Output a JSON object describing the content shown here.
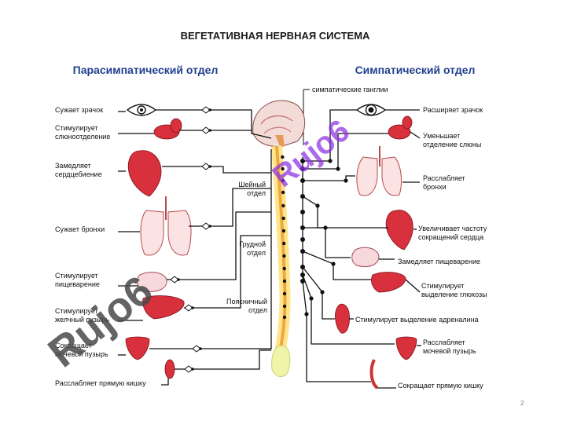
{
  "title": "ВЕГЕТАТИВНАЯ НЕРВНАЯ СИСТЕМА",
  "parasympathetic": {
    "heading": "Парасимпатический отдел",
    "effects": [
      [
        "Сужает зрачок"
      ],
      [
        "Стимулирует",
        "слюноотделение"
      ],
      [
        "Замедляет",
        "сердцебиение"
      ],
      [
        "Сужает бронхи"
      ],
      [
        "Стимулирует",
        "пищеварение"
      ],
      [
        "Стимулирует",
        "желчный пузырь"
      ],
      [
        "Сокращает",
        "мочевой пузырь"
      ],
      [
        "Расслабляет прямую кишку"
      ]
    ]
  },
  "sympathetic": {
    "heading": "Симпатический отдел",
    "ganglia_label": "симпатические ганглии",
    "effects": [
      [
        "Расширяет зрачок"
      ],
      [
        "Уменьшает",
        "отделение слюны"
      ],
      [
        "Расслабляет",
        "бронхи"
      ],
      [
        "Увеличивает частоту",
        "сокращений сердца"
      ],
      [
        "Замедляет пищеварение"
      ],
      [
        "Стимулирует",
        "выделение глюкозы"
      ],
      [
        "Стимулирует выделение адреналина"
      ],
      [
        "Расслабляет",
        "мочевой пузырь"
      ],
      [
        "Сокращает прямую кишку"
      ]
    ]
  },
  "spine_regions": [
    [
      "Шейный",
      "отдел"
    ],
    [
      "Грудной",
      "отдел"
    ],
    [
      "Поясничный",
      "отдел"
    ]
  ],
  "page_number": "2"
}
